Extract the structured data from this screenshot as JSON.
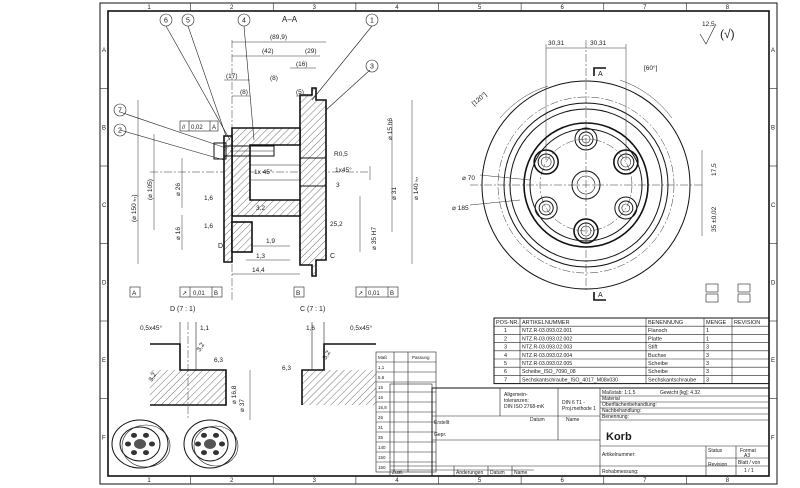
{
  "grid_columns": [
    "1",
    "2",
    "3",
    "4",
    "5",
    "6",
    "7",
    "8"
  ],
  "grid_rows": [
    "A",
    "B",
    "C",
    "D",
    "E",
    "F"
  ],
  "section_label": "A–A",
  "detail_labels": [
    "D (7 : 1)",
    "C (7 : 1)"
  ],
  "surface_symbol": "12,5",
  "balloons": [
    "1",
    "2",
    "3",
    "4",
    "5",
    "6",
    "7"
  ],
  "main_dims": {
    "overall": "(89,9)",
    "d42": "(42)",
    "d29": "(29)",
    "d17": "(17)",
    "d16": "(16)",
    "d8a": "(8)",
    "d8b": "(8)",
    "d5": "(5)",
    "dia150": "(⌀ 150 ₕ₇)",
    "dia105": "(⌀ 105)",
    "dia26": "⌀ 26",
    "dia16": "⌀ 16",
    "dia31": "⌀ 31",
    "dia140": "⌀ 140 ₕ₇",
    "dia35": "⌀ 35 H7",
    "dia15": "⌀ 15 h6",
    "r05": "R0,5",
    "chamfer1": "1x 45°",
    "chamfer2": "1x45°",
    "v3": "3",
    "v252": "25,2",
    "v19": "1,9",
    "v13": "1,3",
    "v144": "14,4",
    "v16a": "1,6",
    "v16b": "1,6",
    "v32": "3,2",
    "tol_flat": "0,02",
    "tol_a": "A",
    "tol_run1": "0,01",
    "tol_run2": "0,01",
    "datum_a": "A",
    "datum_b": "B",
    "datum_c": "C",
    "datum_d": "D"
  },
  "front_dims": {
    "d3031a": "30,31",
    "d3031b": "30,31",
    "a60": "[60°]",
    "a120": "[120°]",
    "dia70": "⌀ 70",
    "dia185": "⌀ 185",
    "d175": "17,5",
    "d35": "35 ±0,02",
    "label_a": "A"
  },
  "detail_d": {
    "chamfer": "0,5x45°",
    "v11": "1,1",
    "v32a": "3,2",
    "v32b": "3,2",
    "v63": "6,3",
    "dia168": "⌀ 16,8"
  },
  "detail_c": {
    "chamfer": "0,5x45°",
    "v16": "1,6",
    "v32": "3,2",
    "v63": "6,3",
    "dia37": "⌀ 37"
  },
  "bom": {
    "headers": [
      "POS-NR.",
      "ARTIKELNUMMER",
      "BENENNUNG",
      "MENGE",
      "REVISION"
    ],
    "rows": [
      [
        "1",
        "NTZ.R-03.093.02.001",
        "Flansch",
        "1",
        ""
      ],
      [
        "2",
        "NTZ.R-03.093.02.002",
        "Platte",
        "1",
        ""
      ],
      [
        "3",
        "NTZ.R-03.093.02.003",
        "Stift",
        "3",
        ""
      ],
      [
        "4",
        "NTZ.R-03.093.02.004",
        "Buchse",
        "3",
        ""
      ],
      [
        "5",
        "NTZ.R-03.093.02.005",
        "Scheibe",
        "3",
        ""
      ],
      [
        "6",
        "Scheibe_ISO_7090_08",
        "Scheibe",
        "3",
        ""
      ],
      [
        "7",
        "Sechskantschraube_ISO_4017_M08x030",
        "Sechskantschraube",
        "3",
        ""
      ]
    ]
  },
  "title_block": {
    "massstab": "Maßstab: 1:1.5",
    "gewicht": "Gewicht [kg]: 4.32",
    "material": "Material",
    "oberflaeche": "Oberflächenbehandlung:",
    "nachbehandlung": "Nachbehandlung:",
    "benennung": "Benennung:",
    "name": "Korb",
    "artikelnummer": "Artikelnummer:",
    "rohabmessung": "Rohabmessung:",
    "status": "Status",
    "format": "Format",
    "format_val": "A3",
    "revision": "Revision",
    "blatt": "Blatt / von",
    "blatt_val": "1 / 1",
    "allgemein": "Allgemein-\ntoleranzen:\nDIN ISO 2768-mK",
    "din": "DIN 6 T1 -\nProj.methode 1",
    "erstellt": "Erstellt",
    "gepr": "Gepr.",
    "datum": "Datum",
    "name_col": "Name",
    "zust": "Zust.",
    "aenderungen": "Änderungen",
    "datum2": "Datum",
    "name2": "Name"
  },
  "fits": {
    "header": [
      "Maß",
      "Passung"
    ],
    "rows": [
      "1,1",
      "5,6",
      "15",
      "16",
      "16,8",
      "26",
      "31",
      "35",
      "140",
      "150",
      "150"
    ]
  }
}
